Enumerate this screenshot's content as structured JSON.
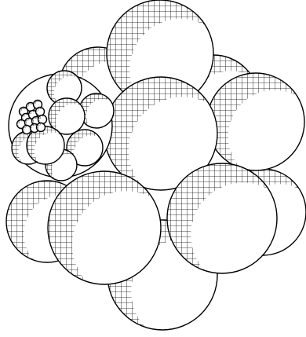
{
  "figure": {
    "background_color": "#ffffff",
    "line_color": "#000000",
    "fill_color": "#ffffff",
    "hatch": "crosshatch",
    "levels": [
      {
        "level": 1,
        "sphere_count": 13
      },
      {
        "level": 2,
        "sphere_count": 8
      },
      {
        "level": 3,
        "sphere_count": 13
      }
    ]
  }
}
